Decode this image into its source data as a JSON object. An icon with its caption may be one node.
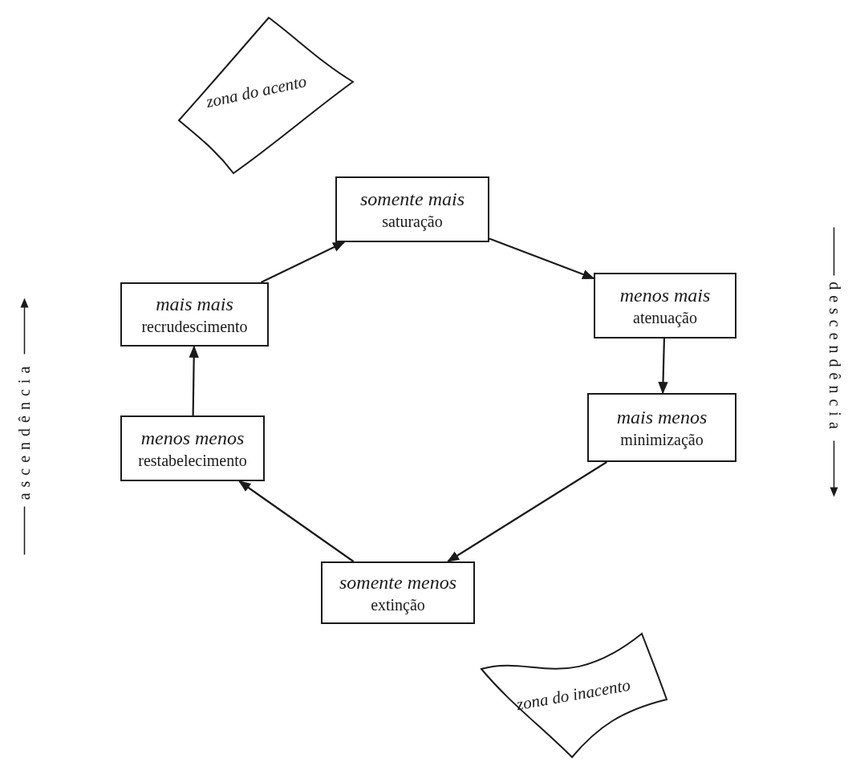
{
  "diagram": {
    "nodes": [
      {
        "text": [
          "zona do acento"
        ]
      },
      {
        "text": [
          "somente mais",
          "saturação"
        ]
      },
      {
        "text": [
          "menos mais",
          "atenuação"
        ]
      },
      {
        "text": [
          "mais menos",
          "minimização"
        ]
      },
      {
        "text": [
          "somente menos",
          "extinção"
        ]
      },
      {
        "text": [
          "menos menos",
          "restabelecimento"
        ]
      },
      {
        "text": [
          "mais mais",
          "recrudescimento"
        ]
      },
      {
        "text": [
          "zona do inacento"
        ]
      }
    ],
    "edges": [
      {
        "from": 6,
        "to": 1,
        "arrow": "to"
      },
      {
        "from": 1,
        "to": 2,
        "arrow": "to"
      },
      {
        "from": 2,
        "to": 3,
        "arrow": "to"
      },
      {
        "from": 3,
        "to": 4,
        "arrow": "to"
      },
      {
        "from": 4,
        "to": 5,
        "arrow": "to"
      },
      {
        "from": 5,
        "to": 6,
        "arrow": "to"
      }
    ],
    "labels": [
      "ascendência",
      "descendência"
    ]
  }
}
